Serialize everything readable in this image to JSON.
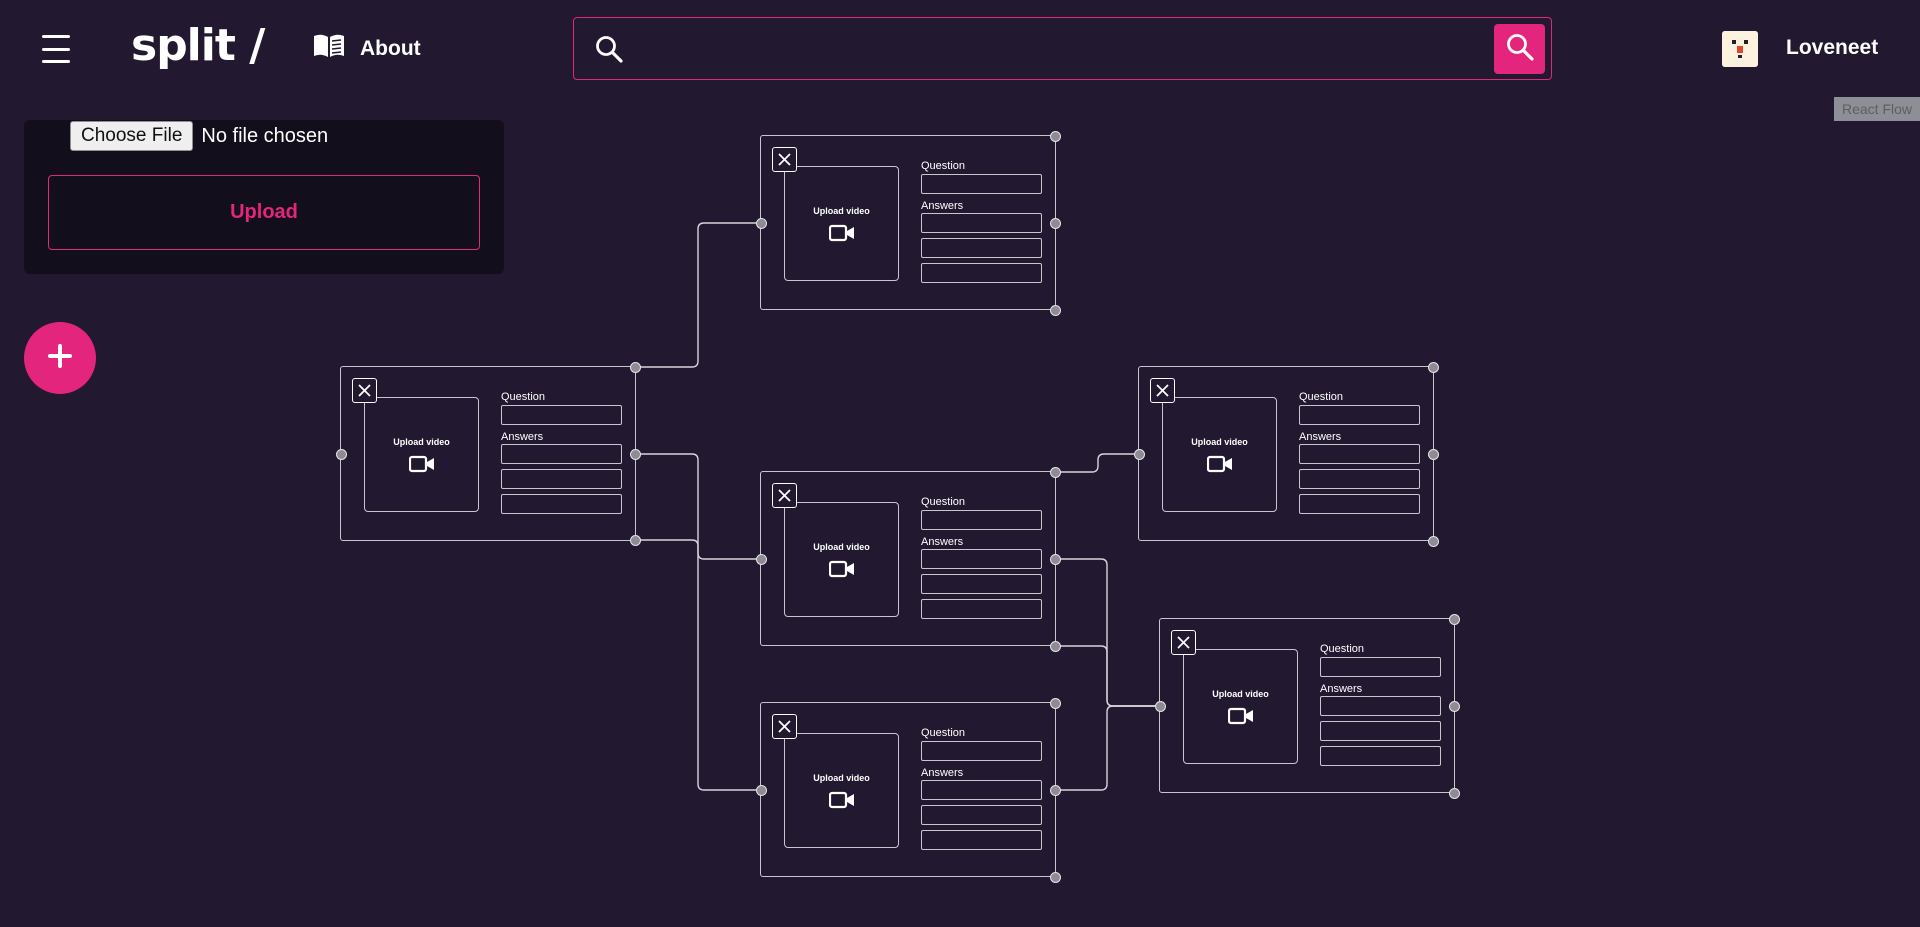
{
  "header": {
    "menu_icon": "hamburger-icon",
    "logo": "split /",
    "about_label": "About",
    "about_icon": "book-icon",
    "search": {
      "placeholder": "",
      "value": "",
      "icon": "search-icon"
    },
    "username": "Loveneet",
    "accent": "#e4257d"
  },
  "attribution": "React Flow",
  "upload_panel": {
    "choose_file_label": "Choose File",
    "file_status": "No file chosen",
    "upload_label": "Upload"
  },
  "add_button": {
    "icon": "plus-icon"
  },
  "flow": {
    "nodes": [
      {
        "id": "n1",
        "video_label": "Upload video",
        "question_label": "Question",
        "answers_label": "Answers",
        "question": "",
        "answers": [
          "",
          "",
          ""
        ]
      },
      {
        "id": "n2",
        "video_label": "Upload video",
        "question_label": "Question",
        "answers_label": "Answers",
        "question": "",
        "answers": [
          "",
          "",
          ""
        ]
      },
      {
        "id": "n3",
        "video_label": "Upload video",
        "question_label": "Question",
        "answers_label": "Answers",
        "question": "",
        "answers": [
          "",
          "",
          ""
        ]
      },
      {
        "id": "n4",
        "video_label": "Upload video",
        "question_label": "Question",
        "answers_label": "Answers",
        "question": "",
        "answers": [
          "",
          "",
          ""
        ]
      },
      {
        "id": "n5",
        "video_label": "Upload video",
        "question_label": "Question",
        "answers_label": "Answers",
        "question": "",
        "answers": [
          "",
          "",
          ""
        ]
      },
      {
        "id": "n6",
        "video_label": "Upload video",
        "question_label": "Question",
        "answers_label": "Answers",
        "question": "",
        "answers": [
          "",
          "",
          ""
        ]
      }
    ],
    "edges": [
      {
        "from": "n1",
        "from_handle": "top-right",
        "to": "n2"
      },
      {
        "from": "n1",
        "from_handle": "right",
        "to": "n3"
      },
      {
        "from": "n1",
        "from_handle": "bottom-right",
        "to": "n5"
      },
      {
        "from": "n3",
        "from_handle": "top-right",
        "to": "n4"
      },
      {
        "from": "n3",
        "from_handle": "right",
        "to": "n6"
      },
      {
        "from": "n3",
        "from_handle": "bottom-right",
        "to": "n6"
      },
      {
        "from": "n5",
        "from_handle": "right",
        "to": "n6"
      }
    ]
  }
}
